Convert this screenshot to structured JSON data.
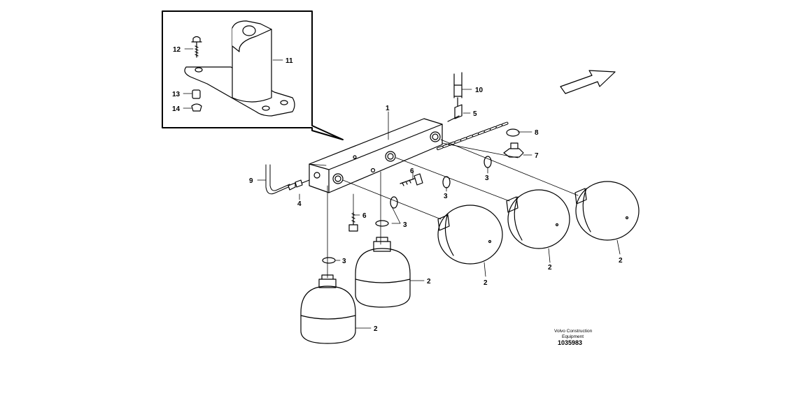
{
  "callouts": {
    "c1": "1",
    "c2": "2",
    "c3": "3",
    "c4": "4",
    "c5": "5",
    "c6": "6",
    "c7": "7",
    "c8": "8",
    "c9": "9",
    "c10": "10",
    "c11": "11",
    "c12": "12",
    "c13": "13",
    "c14": "14"
  },
  "caption": {
    "line1": "Volvo Construction",
    "line2": "Equipment",
    "number": "1035983"
  },
  "icons": {
    "direction_arrow": "direction-arrow-icon"
  }
}
